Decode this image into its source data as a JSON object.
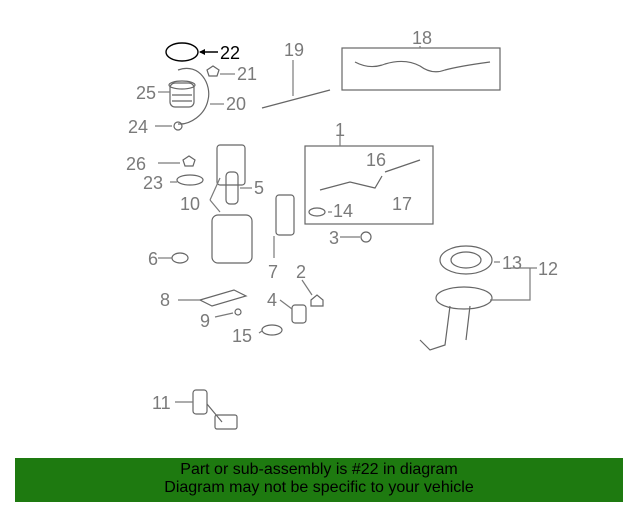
{
  "diagram": {
    "callouts": {
      "c1": "1",
      "c2": "2",
      "c3": "3",
      "c4": "4",
      "c5": "5",
      "c6": "6",
      "c7": "7",
      "c8": "8",
      "c9": "9",
      "c10": "10",
      "c11": "11",
      "c12": "12",
      "c13": "13",
      "c14": "14",
      "c15": "15",
      "c16": "16",
      "c17": "17",
      "c18": "18",
      "c19": "19",
      "c20": "20",
      "c21": "21",
      "c22": "22",
      "c23": "23",
      "c24": "24",
      "c25": "25",
      "c26": "26"
    },
    "highlighted_part": "22"
  },
  "banner": {
    "line1": "Part or sub-assembly is #22 in diagram",
    "line2": "Diagram may not be specific to your vehicle",
    "background": "#1e7a10"
  }
}
